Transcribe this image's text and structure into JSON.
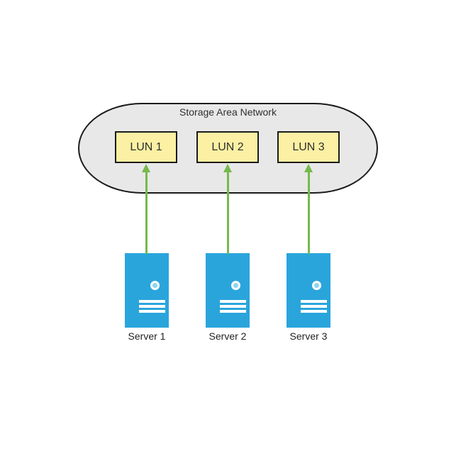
{
  "diagram": {
    "title": "Storage Area Network",
    "luns": [
      {
        "label": "LUN 1"
      },
      {
        "label": "LUN 2"
      },
      {
        "label": "LUN 3"
      }
    ],
    "servers": [
      {
        "label": "Server 1"
      },
      {
        "label": "Server 2"
      },
      {
        "label": "Server 3"
      }
    ],
    "connections": [
      {
        "from": "Server 1",
        "to": "LUN 1",
        "style": "green-arrow-up"
      },
      {
        "from": "Server 2",
        "to": "LUN 2",
        "style": "green-arrow-up"
      },
      {
        "from": "Server 3",
        "to": "LUN 3",
        "style": "green-arrow-up"
      }
    ],
    "colors": {
      "background": "#ffffff",
      "san_fill": "#e8e8e8",
      "stroke": "#1b1b1b",
      "lun_fill": "#fbf0a3",
      "server_fill": "#2aa5dc",
      "server_accent": "#8fd4f0",
      "arrow": "#75ba4d",
      "text": "#2f2f2f"
    }
  }
}
